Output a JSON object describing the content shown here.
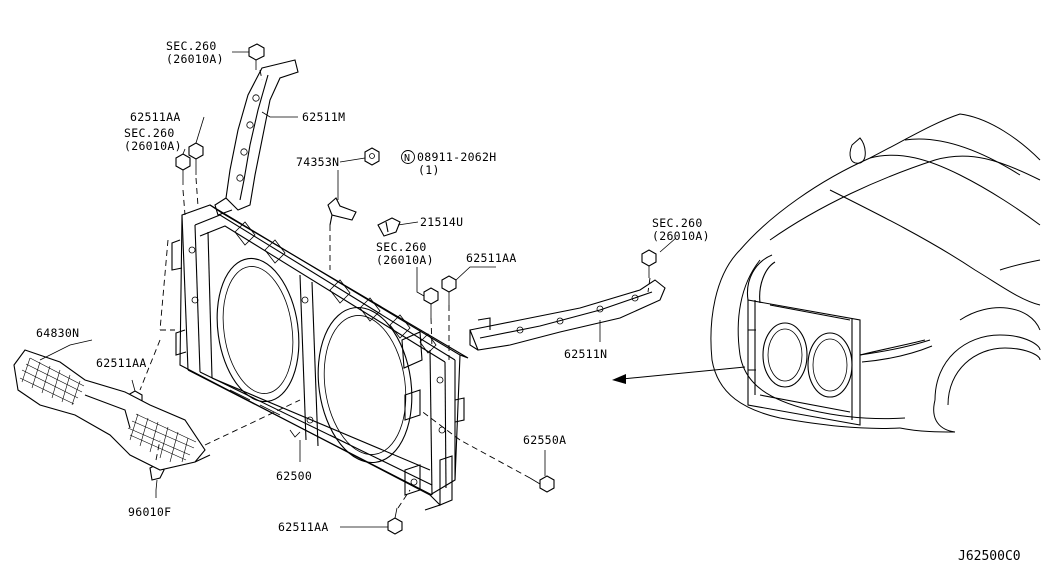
{
  "labels": {
    "sec260_top": "SEC.260",
    "sec260_top_sub": "(26010A)",
    "p62511M": "62511M",
    "p62511AA_top": "62511AA",
    "sec260_left": "SEC.260",
    "sec260_left_sub": "(26010A)",
    "p74353N": "74353N",
    "p08911": "08911-2062H",
    "p08911_qty": "(1)",
    "nut_symbol": "N",
    "p21514U": "21514U",
    "sec260_mid": "SEC.260",
    "sec260_mid_sub": "(26010A)",
    "p62511AA_mid": "62511AA",
    "sec260_right": "SEC.260",
    "sec260_right_sub": "(26010A)",
    "p62511N": "62511N",
    "p64830N": "64830N",
    "p62511AA_left": "62511AA",
    "p62550A": "62550A",
    "p62500": "62500",
    "p96010F": "96010F",
    "p62511AA_bottom": "62511AA",
    "diagram_id": "J62500C0"
  }
}
